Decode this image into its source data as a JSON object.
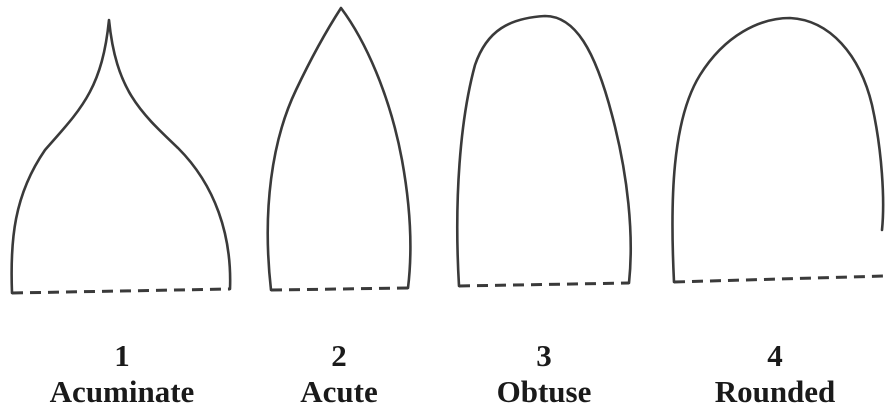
{
  "shapes": [
    {
      "number": "1",
      "label": "Acuminate"
    },
    {
      "number": "2",
      "label": "Acute"
    },
    {
      "number": "3",
      "label": "Obtuse"
    },
    {
      "number": "4",
      "label": "Rounded"
    }
  ],
  "colors": {
    "stroke": "#3a3a3a",
    "text": "#1a1a1a",
    "background": "#ffffff"
  }
}
